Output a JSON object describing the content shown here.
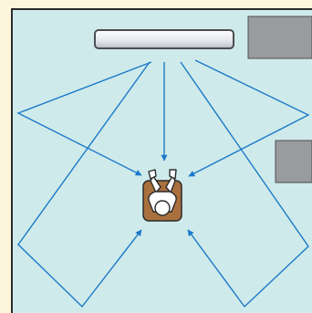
{
  "diagram": {
    "kind": "surround-sound-listening-room",
    "sources": [
      "soundbar-front",
      "wall-reflection-left-front",
      "wall-reflection-right-front",
      "wall-reflection-left-rear",
      "wall-reflection-right-rear"
    ],
    "listener": "seated-person",
    "furniture": [
      "cabinet-top-right",
      "cabinet-right"
    ],
    "colors": {
      "page_background": "#fdf6dd",
      "room_floor": "#cfeaea",
      "room_wall": "#2b2b2b",
      "sound_path": "#1b7ac9",
      "soundbar_body": "#e6e8ec",
      "soundbar_edge": "#4b4d52",
      "cabinet": "#9a9b9e",
      "chair": "#a9703e",
      "person": "#ffffff"
    }
  }
}
